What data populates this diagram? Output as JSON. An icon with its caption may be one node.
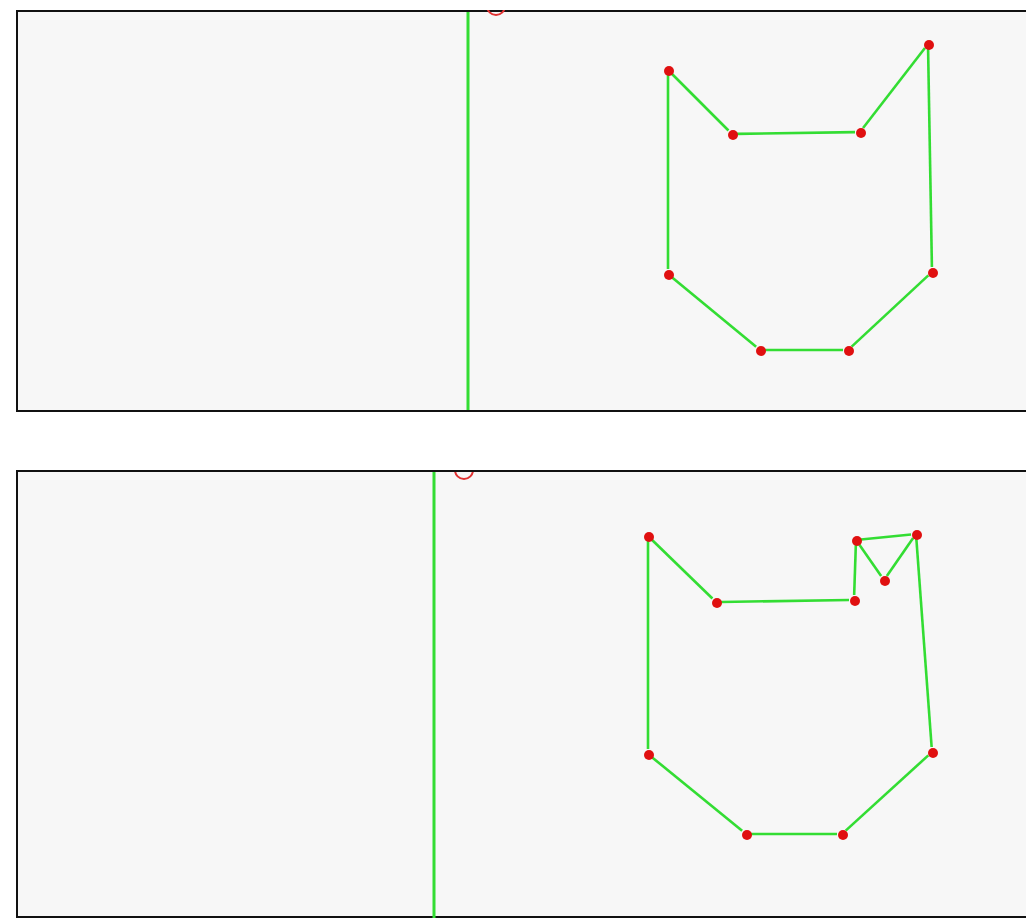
{
  "diagram": {
    "nodes": [
      {
        "text": [],
        "shape": "box"
      },
      {
        "text": [],
        "shape": "circle",
        "in": 0
      },
      {
        "text": [],
        "shape": "circle",
        "in": 0
      },
      {
        "text": [],
        "shape": "circle",
        "in": 0
      },
      {
        "text": [],
        "shape": "circle",
        "in": 0
      },
      {
        "text": [],
        "shape": "circle",
        "in": 0
      },
      {
        "text": [],
        "shape": "circle",
        "in": 0
      },
      {
        "text": [],
        "shape": "circle",
        "in": 0
      },
      {
        "text": [],
        "shape": "circle",
        "in": 0
      },
      {
        "text": [],
        "shape": "box"
      },
      {
        "text": [],
        "shape": "circle",
        "in": 9
      },
      {
        "text": [],
        "shape": "circle",
        "in": 9
      },
      {
        "text": [],
        "shape": "circle",
        "in": 9
      },
      {
        "text": [],
        "shape": "circle",
        "in": 9
      },
      {
        "text": [],
        "shape": "circle",
        "in": 9
      },
      {
        "text": [],
        "shape": "circle",
        "in": 9
      },
      {
        "text": [],
        "shape": "circle",
        "in": 9
      },
      {
        "text": [],
        "shape": "circle",
        "in": 9
      },
      {
        "text": [],
        "shape": "circle",
        "in": 9
      },
      {
        "text": [],
        "shape": "circle",
        "in": 9
      }
    ],
    "edges": [
      {
        "from": 1,
        "to": 2,
        "arrow": "none"
      },
      {
        "from": 2,
        "to": 3,
        "arrow": "none"
      },
      {
        "from": 3,
        "to": 4,
        "arrow": "none"
      },
      {
        "from": 4,
        "to": 5,
        "arrow": "none"
      },
      {
        "from": 5,
        "to": 6,
        "arrow": "none"
      },
      {
        "from": 6,
        "to": 7,
        "arrow": "none"
      },
      {
        "from": 7,
        "to": 8,
        "arrow": "none"
      },
      {
        "from": 8,
        "to": 1,
        "arrow": "none"
      },
      {
        "from": 10,
        "to": 11,
        "arrow": "none"
      },
      {
        "from": 11,
        "to": 12,
        "arrow": "none"
      },
      {
        "from": 12,
        "to": 13,
        "arrow": "none"
      },
      {
        "from": 13,
        "to": 14,
        "arrow": "none"
      },
      {
        "from": 14,
        "to": 15,
        "arrow": "none"
      },
      {
        "from": 13,
        "to": 15,
        "arrow": "none"
      },
      {
        "from": 15,
        "to": 16,
        "arrow": "none"
      },
      {
        "from": 16,
        "to": 17,
        "arrow": "none"
      },
      {
        "from": 17,
        "to": 18,
        "arrow": "none"
      },
      {
        "from": 18,
        "to": 19,
        "arrow": "none"
      },
      {
        "from": 19,
        "to": 10,
        "arrow": "none"
      }
    ]
  }
}
